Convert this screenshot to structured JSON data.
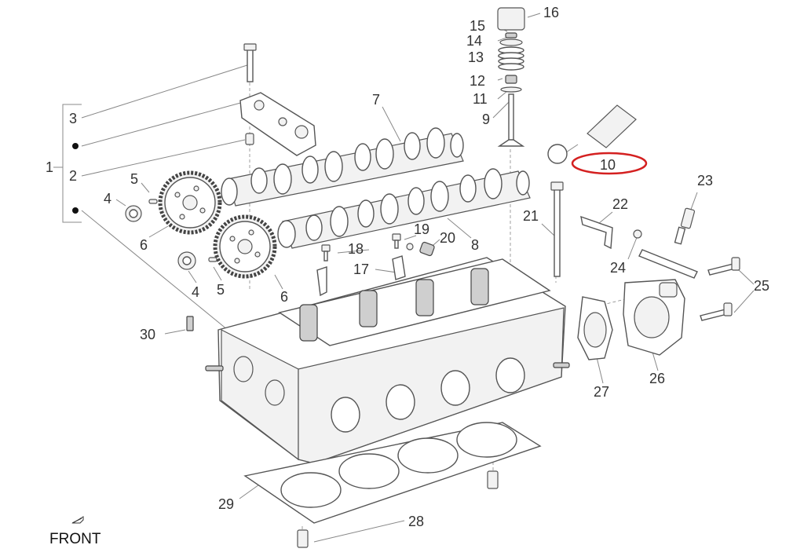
{
  "callouts": {
    "c1": "1",
    "c2": "2",
    "c3": "3",
    "c4a": "4",
    "c4b": "4",
    "c5a": "5",
    "c5b": "5",
    "c6a": "6",
    "c6b": "6",
    "c7": "7",
    "c8": "8",
    "c9": "9",
    "c10": "10",
    "c11": "11",
    "c12": "12",
    "c13": "13",
    "c14": "14",
    "c15": "15",
    "c16": "16",
    "c17": "17",
    "c18": "18",
    "c19": "19",
    "c20": "20",
    "c21": "21",
    "c22": "22",
    "c23": "23",
    "c24": "24",
    "c25": "25",
    "c26": "26",
    "c27": "27",
    "c28": "28",
    "c29": "29",
    "c30": "30"
  },
  "front_label": "FRONT",
  "highlight": {
    "target": "10",
    "color": "#d42020"
  }
}
